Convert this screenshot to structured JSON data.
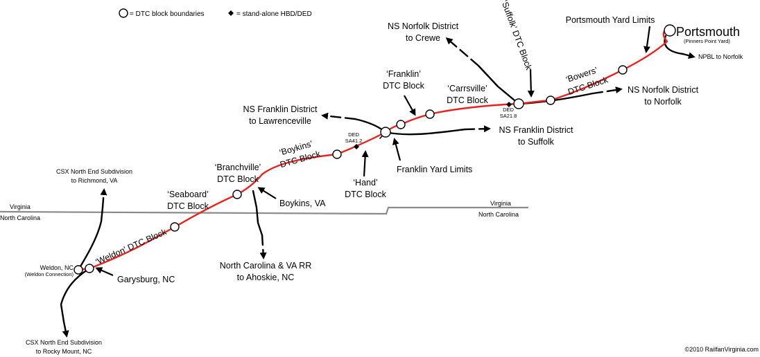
{
  "legend": {
    "block_boundaries": "= DTC block boundaries",
    "hbd_ded": "= stand-alone HBD/DED"
  },
  "states": {
    "virginia_left": "Virginia",
    "north_carolina_left": "North Carolina",
    "virginia_right": "Virginia",
    "north_carolina_right": "North Carolina"
  },
  "labels": {
    "csx_north_line1": "CSX North End Subdivision",
    "csx_north_line2": "to Richmond, VA",
    "csx_south_line1": "CSX North End Subdivision",
    "csx_south_line2": "to Rocky Mount, NC",
    "weldon_line1": "Weldon, NC",
    "weldon_line2": "(Weldon Connection)",
    "garysburg": "Garysburg, NC",
    "weldon_block": "‘Weldon’ DTC Block",
    "seaboard_line1": "‘Seaboard’",
    "seaboard_line2": "DTC Block",
    "branchville_line1": "‘Branchville’",
    "branchville_line2": "DTC Block",
    "boykins_va": "Boykins, VA",
    "ncva_line1": "North Carolina & VA RR",
    "ncva_line2": "to Ahoskie, NC",
    "boykins_block_line1": "‘Boykins’",
    "boykins_block_line2": "DTC Block",
    "ded_hand_line1": "DED",
    "ded_hand_line2": "SA41.2",
    "hand_line1": "‘Hand’",
    "hand_line2": "DTC Block",
    "ns_franklin_law_line1": "NS Franklin District",
    "ns_franklin_law_line2": "to Lawrenceville",
    "franklin_block_line1": "‘Franklin’",
    "franklin_block_line2": "DTC Block",
    "franklin_yard": "Franklin Yard Limits",
    "ns_franklin_suf_line1": "NS Franklin District",
    "ns_franklin_suf_line2": "to Suffolk",
    "carrsville_line1": "‘Carrsville’",
    "carrsville_line2": "DTC Block",
    "ded_suffolk_line1": "DED",
    "ded_suffolk_line2": "SA21.8",
    "ns_crewe_line1": "NS Norfolk District",
    "ns_crewe_line2": "to Crewe",
    "suffolk_block": "‘Suffolk’ DTC Block",
    "bowers_line1": "‘Bowers’",
    "bowers_line2": "DTC Block",
    "ns_norfolk_line1": "NS Norfolk District",
    "ns_norfolk_line2": "to Norfolk",
    "portsmouth_yard": "Portsmouth Yard Limits",
    "portsmouth": "Portsmouth",
    "pinners_point": "(Pinners Point Yard)",
    "npbl": "NPBL to Norfolk",
    "copyright": "©2010 RailfanVirginia.com"
  },
  "colors": {
    "main_line": "#e8231f",
    "connecting_lines": "#000000",
    "state_border": "#8a8a8a"
  }
}
